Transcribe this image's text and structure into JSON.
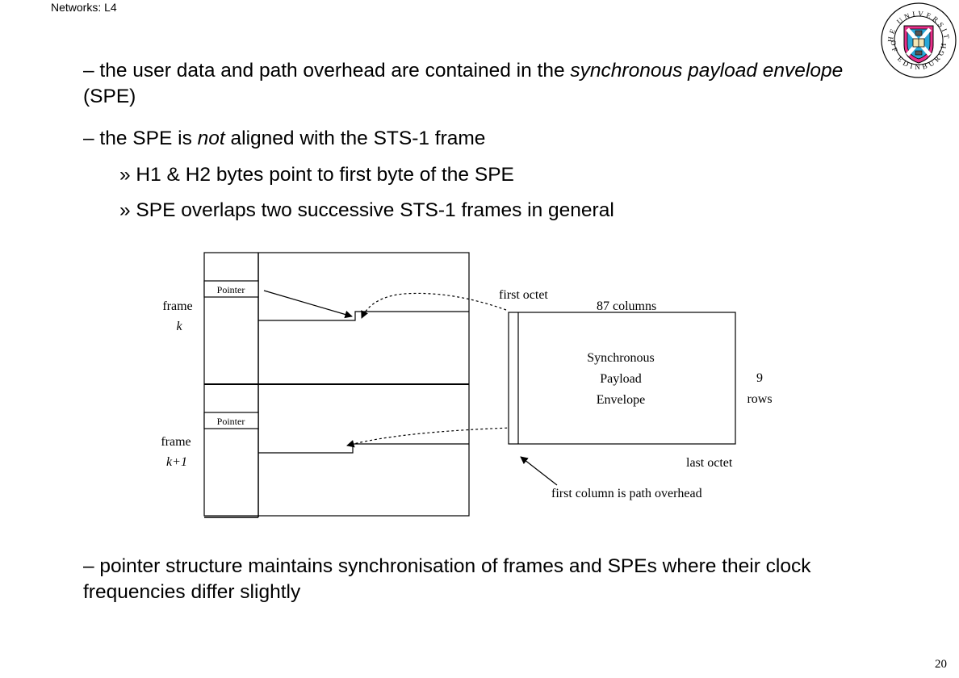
{
  "header": {
    "title": "Networks: L4"
  },
  "logo": {
    "text_top": "THE UNIVERSITY",
    "text_bottom": "OF EDINBURGH"
  },
  "bullets": {
    "b1_part1": "– the user data and path overhead are contained in the ",
    "b1_italic": "synchronous payload envelope",
    "b1_part2": " (SPE)",
    "b2_part1": "– the SPE is ",
    "b2_italic": "not",
    "b2_part2": " aligned with the STS-1 frame",
    "s1": "» H1 & H2 bytes point to first byte of the SPE",
    "s2": "» SPE overlaps two successive STS-1 frames in general",
    "b3": "– pointer structure maintains synchronisation of frames and SPEs where their clock frequencies differ slightly"
  },
  "diagram": {
    "frame_k_label": "frame",
    "frame_k_var": "k",
    "frame_k1_label": "frame",
    "frame_k1_var": "k+1",
    "pointer_label_1": "Pointer",
    "pointer_label_2": "Pointer",
    "first_octet": "first octet",
    "columns_label": "87 columns",
    "spe_line1": "Synchronous",
    "spe_line2": "Payload",
    "spe_line3": "Envelope",
    "rows_num": "9",
    "rows_label": "rows",
    "last_octet": "last octet",
    "first_column_note": "first column is path overhead"
  },
  "footer": {
    "page_number": "20"
  }
}
